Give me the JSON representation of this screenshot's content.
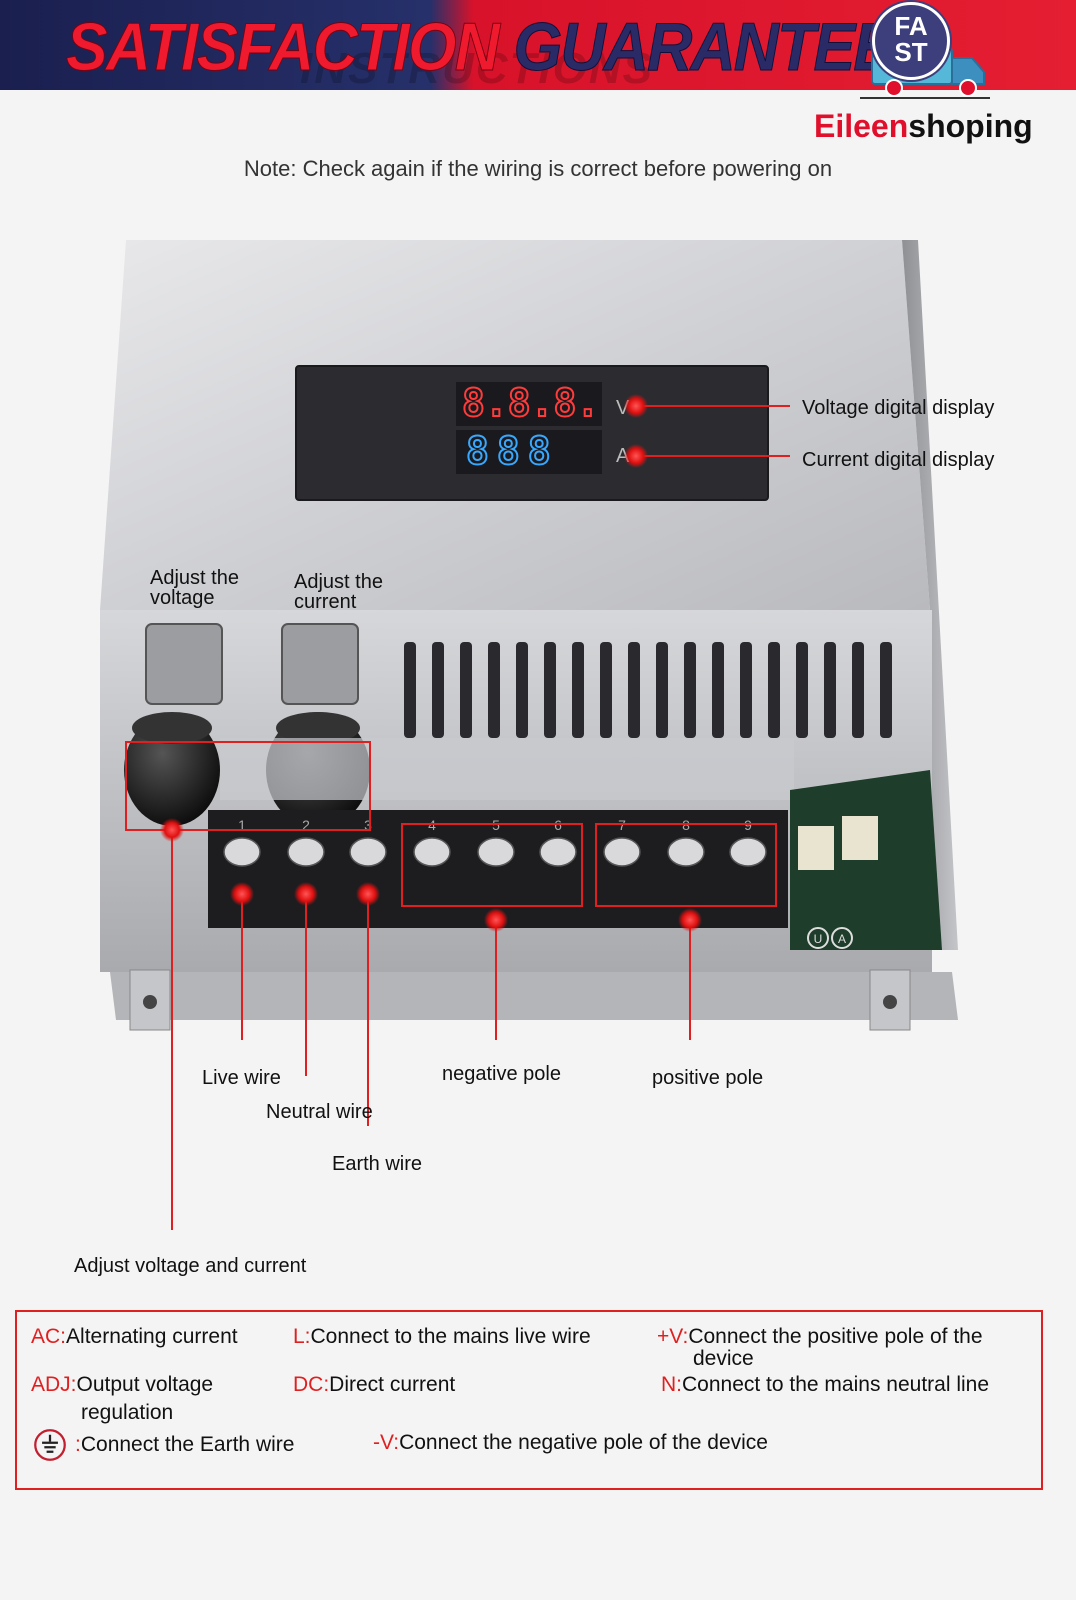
{
  "banner": {
    "title_word1": "SATISFACTION",
    "title_word2": "GUARANTEED",
    "ghost_text": "INSTRUCTIONS",
    "badge_line1": "FA",
    "badge_line2": "ST"
  },
  "brand": {
    "part1": "Eileen",
    "part2": "shoping"
  },
  "note": "Note: Check again if the wiring is correct before powering on",
  "display": {
    "voltage_digits": "8.8.8.",
    "current_digits": "888",
    "v_unit": "V",
    "a_unit": "A"
  },
  "terminals": [
    "1",
    "2",
    "3",
    "4",
    "5",
    "6",
    "7",
    "8",
    "9"
  ],
  "board_markings": {
    "u": "U",
    "a": "A"
  },
  "labels": {
    "voltage_display": "Voltage digital display",
    "current_display": "Current digital display",
    "adjust_voltage": [
      "Adjust the",
      "voltage"
    ],
    "adjust_current": [
      "Adjust the",
      "current"
    ],
    "live_wire": "Live wire",
    "neutral_wire": "Neutral wire",
    "earth_wire": "Earth wire",
    "negative_pole": "negative pole",
    "positive_pole": "positive pole",
    "adjust_both": "Adjust voltage and current"
  },
  "legend": {
    "ac_key": "AC:",
    "ac_text": "Alternating current",
    "l_key": "L:",
    "l_text": "Connect to the mains live wire",
    "pv_key": "+V:",
    "pv_text1": "Connect the positive pole of the",
    "pv_text2": "device",
    "adj_key": "ADJ:",
    "adj_text1": "Output voltage",
    "adj_text2": "regulation",
    "dc_key": "DC:",
    "dc_text": "Direct current",
    "n_key": "N:",
    "n_text": "Connect to the mains neutral line",
    "earth_key": ":",
    "earth_text": "Connect the Earth wire",
    "nv_key": "-V:",
    "nv_text": "Connect the negative pole of the device"
  },
  "colors": {
    "accent_red": "#e02020",
    "banner_navy": "#26306a",
    "seg_red": "#ff3b3b",
    "seg_blue": "#38a8ff"
  }
}
